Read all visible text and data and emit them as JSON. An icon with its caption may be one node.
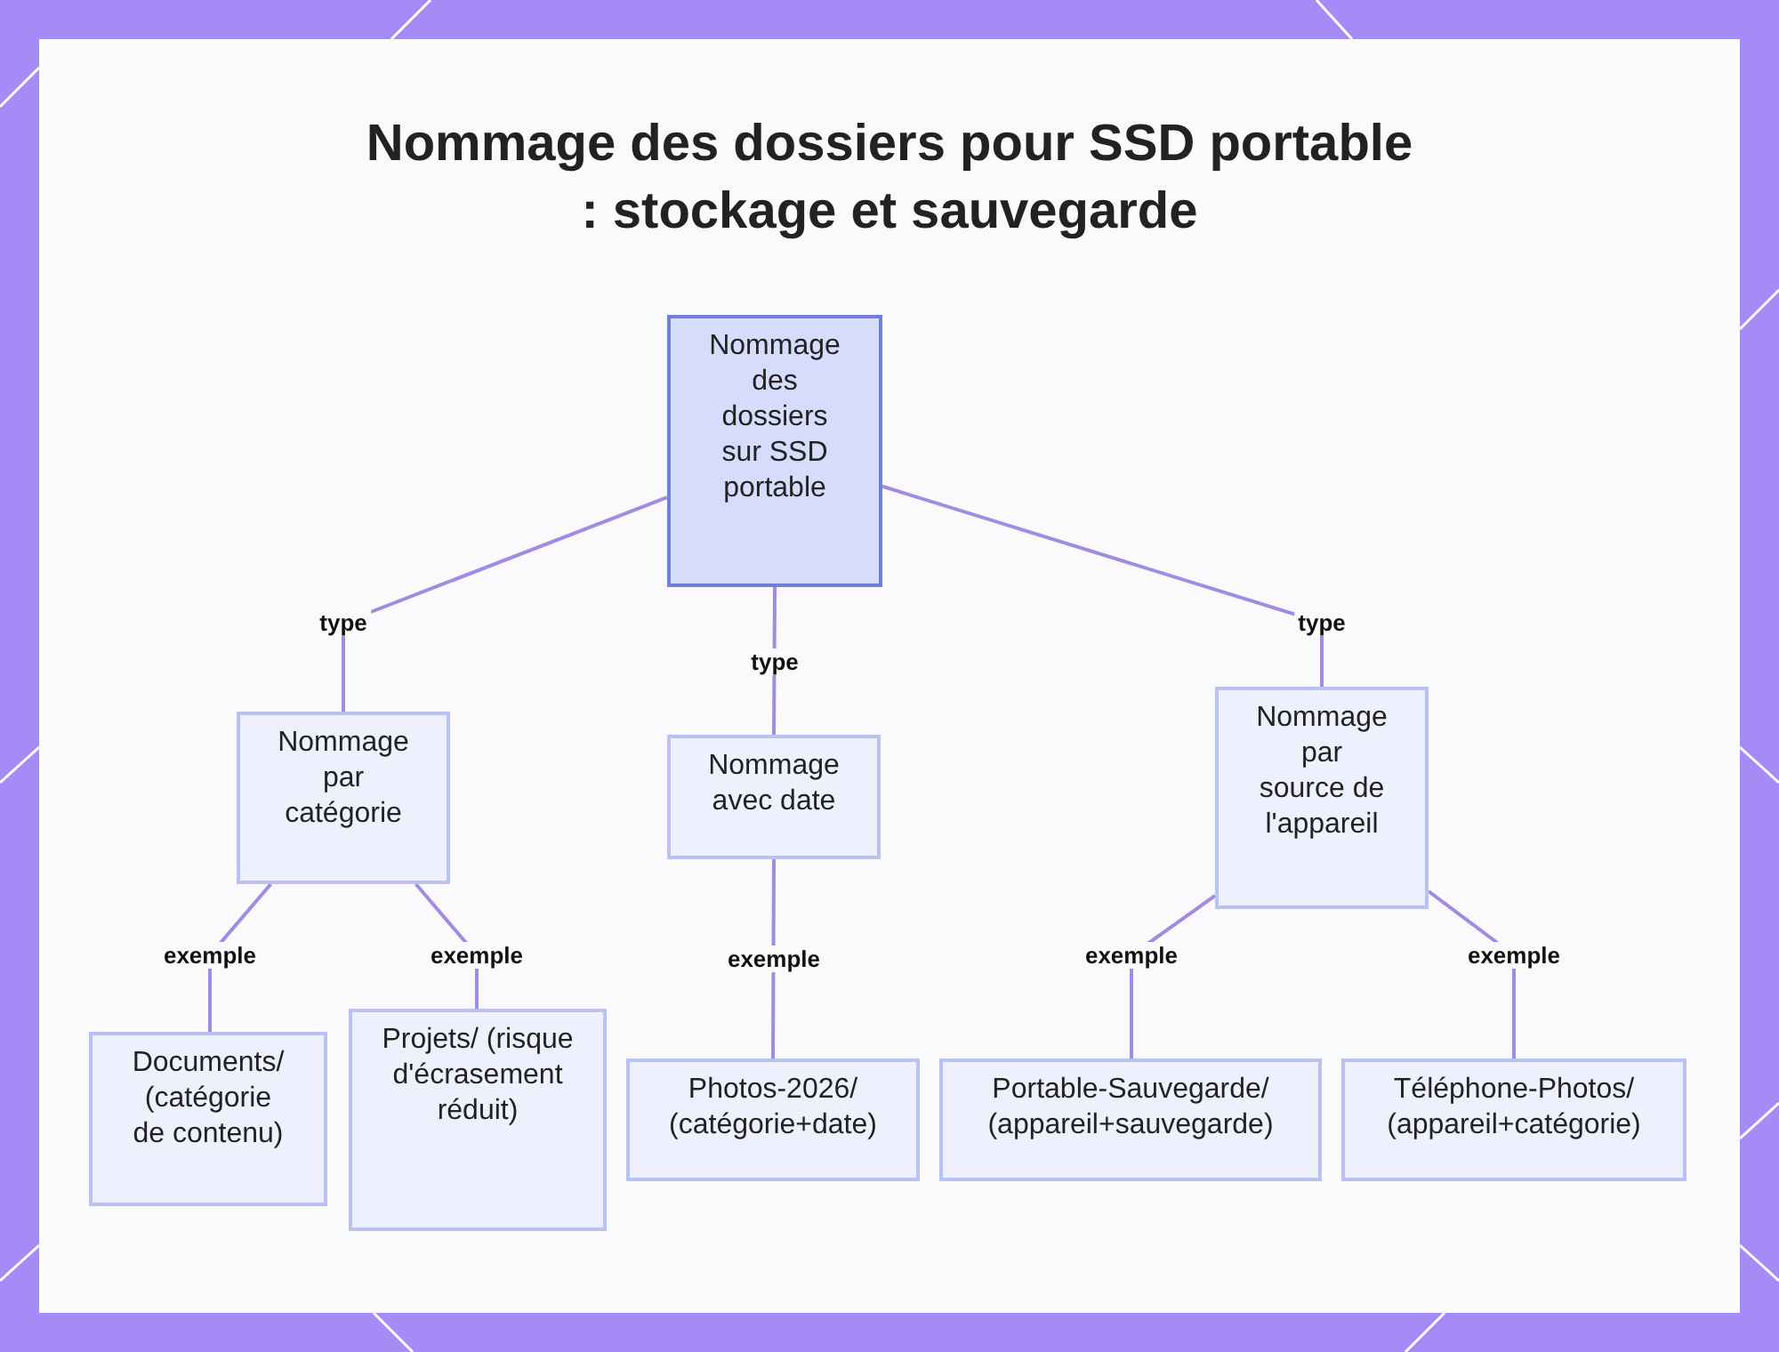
{
  "diagram": {
    "title": "Nommage des dossiers pour SSD portable : stockage et sauvegarde",
    "nodes": [
      {
        "text": [
          "Nommage des dossiers sur SSD portable"
        ]
      },
      {
        "text": [
          "Nommage par catégorie"
        ]
      },
      {
        "text": [
          "Nommage avec date"
        ]
      },
      {
        "text": [
          "Nommage par source de l'appareil"
        ]
      },
      {
        "text": [
          "Documents/ (catégorie de contenu)"
        ]
      },
      {
        "text": [
          "Projets/ (risque d'écrasement réduit)"
        ]
      },
      {
        "text": [
          "Photos-2026/ (catégorie+date)"
        ]
      },
      {
        "text": [
          "Portable-Sauvegarde/ (appareil+sauvegarde)"
        ]
      },
      {
        "text": [
          "Téléphone-Photos/ (appareil+catégorie)"
        ]
      }
    ],
    "edges": [
      {
        "from": 0,
        "to": 1,
        "arrow": "none",
        "label": "type"
      },
      {
        "from": 0,
        "to": 2,
        "arrow": "none",
        "label": "type"
      },
      {
        "from": 0,
        "to": 3,
        "arrow": "none",
        "label": "type"
      },
      {
        "from": 1,
        "to": 4,
        "arrow": "none",
        "label": "exemple"
      },
      {
        "from": 1,
        "to": 5,
        "arrow": "none",
        "label": "exemple"
      },
      {
        "from": 2,
        "to": 6,
        "arrow": "none",
        "label": "exemple"
      },
      {
        "from": 3,
        "to": 7,
        "arrow": "none",
        "label": "exemple"
      },
      {
        "from": 3,
        "to": 8,
        "arrow": "none",
        "label": "exemple"
      }
    ]
  }
}
